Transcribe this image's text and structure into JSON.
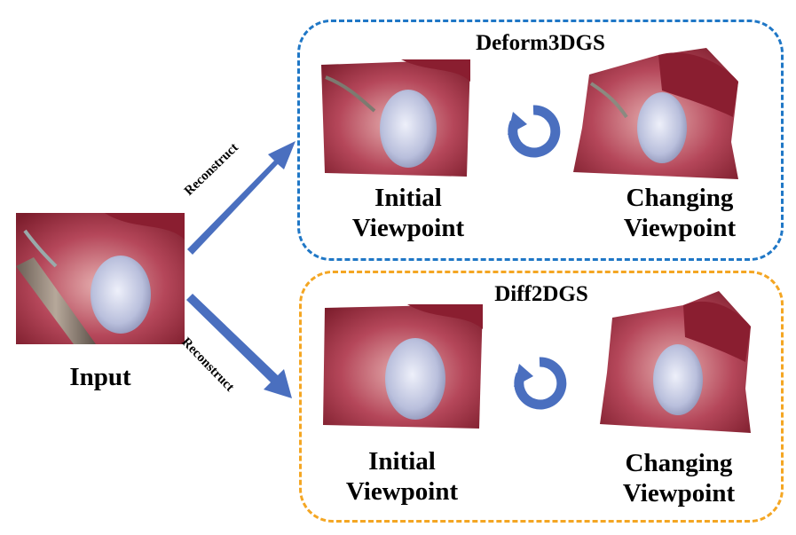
{
  "input": {
    "label": "Input"
  },
  "arrows": {
    "top_label": "Reconstruct",
    "bottom_label": "Reconstruct"
  },
  "methods": [
    {
      "title": "Deform3DGS",
      "border_color": "#1f77c6",
      "initial_label_line1": "Initial",
      "initial_label_line2": "Viewpoint",
      "changing_label_line1": "Changing",
      "changing_label_line2": "Viewpoint"
    },
    {
      "title": "Diff2DGS",
      "border_color": "#f4a623",
      "initial_label_line1": "Initial",
      "initial_label_line2": "Viewpoint",
      "changing_label_line1": "Changing",
      "changing_label_line2": "Viewpoint"
    }
  ],
  "colors": {
    "arrow": "#4a6fbf",
    "rotate_icon": "#4a6fbf",
    "tissue_bg": "#a8384a",
    "tissue_light": "#d98a8f",
    "organ": "#c7cde3"
  }
}
